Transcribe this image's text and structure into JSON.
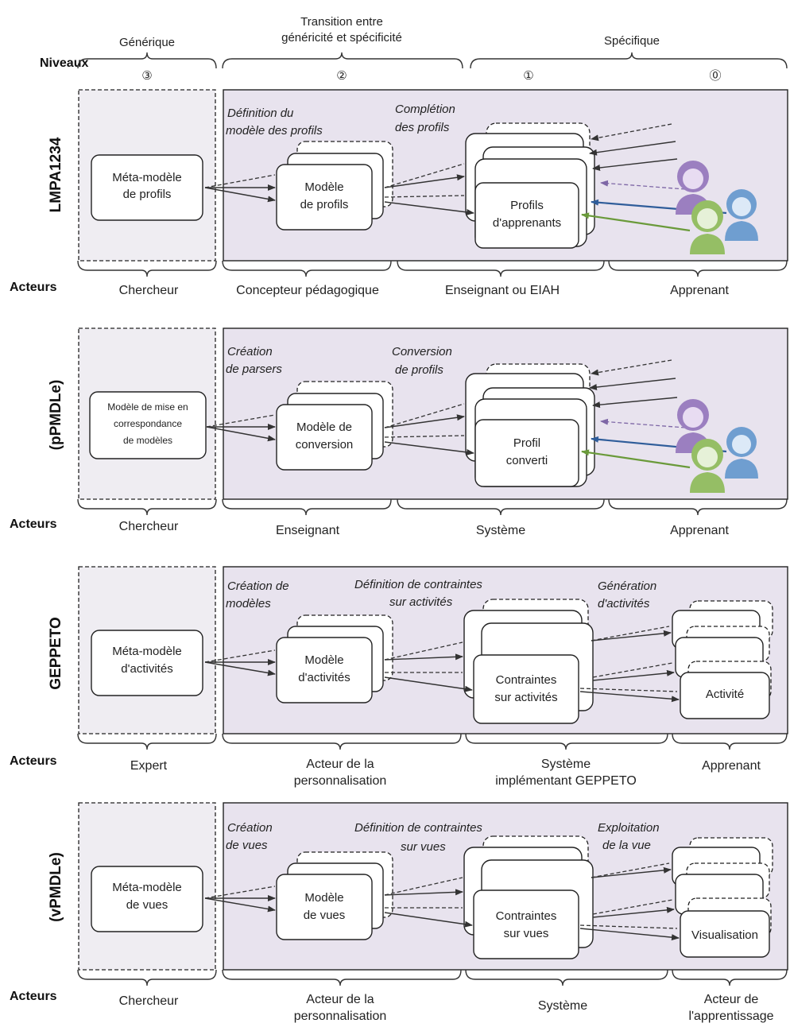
{
  "header": {
    "side_label": "Niveaux",
    "levels": [
      {
        "title": "Générique",
        "num": "③"
      },
      {
        "title_line1": "Transition entre",
        "title_line2": "généricité et spécificité",
        "num": "②"
      },
      {
        "title": "Spécifique",
        "num1": "①",
        "num0": "⓪"
      }
    ]
  },
  "actors_label": "Acteurs",
  "rows": [
    {
      "name": "LMPA1234",
      "gen_box": [
        "Méta-modèle",
        "de profils"
      ],
      "mid_box": [
        "Modèle",
        "de profils"
      ],
      "right_box": [
        "Profils",
        "d'apprenants"
      ],
      "stage1": [
        "Définition du",
        "modèle des profils"
      ],
      "stage2": [
        "Complétion",
        "des profils"
      ],
      "actors": [
        "Chercheur",
        "Concepteur pédagogique",
        "Enseignant ou EIAH",
        "Apprenant"
      ]
    },
    {
      "name": "(pPMDLe)",
      "gen_box": [
        "Modèle de mise en",
        "correspondance",
        "de modèles"
      ],
      "mid_box": [
        "Modèle de",
        "conversion"
      ],
      "right_box": [
        "Profil",
        "converti"
      ],
      "stage1": [
        "Création",
        "de parsers"
      ],
      "stage2": [
        "Conversion",
        "de profils"
      ],
      "actors": [
        "Chercheur",
        "Enseignant",
        "Système",
        "Apprenant"
      ]
    },
    {
      "name": "GEPPETO",
      "gen_box": [
        "Méta-modèle",
        "d'activités"
      ],
      "mid_box": [
        "Modèle",
        "d'activités"
      ],
      "right_box": [
        "Contraintes",
        "sur activités"
      ],
      "last_box": [
        "Activité"
      ],
      "stage1": [
        "Création de",
        "modèles"
      ],
      "stage2": [
        "Définition de contraintes",
        "sur activités"
      ],
      "stage3": [
        "Génération",
        "d'activités"
      ],
      "actors": [
        "Expert",
        "Acteur de la",
        "personnalisation",
        "Système",
        "implémentant GEPPETO",
        "Apprenant"
      ]
    },
    {
      "name": "(vPMDLe)",
      "gen_box": [
        "Méta-modèle",
        "de vues"
      ],
      "mid_box": [
        "Modèle",
        "de vues"
      ],
      "right_box": [
        "Contraintes",
        "sur vues"
      ],
      "last_box": [
        "Visualisation"
      ],
      "stage1": [
        "Création",
        "de vues"
      ],
      "stage2": [
        "Définition de contraintes",
        "sur vues"
      ],
      "stage3": [
        "Exploitation",
        "de la vue"
      ],
      "actors": [
        "Chercheur",
        "Acteur de la",
        "personnalisation",
        "Système",
        "Acteur de",
        "l'apprentissage"
      ]
    }
  ],
  "colors": {
    "panel": "#e8e3ee",
    "purple_person": "#9b7fc0",
    "blue_person": "#6f9ed0",
    "green_person": "#95be65",
    "blue_arrow": "#2f5d9a",
    "green_arrow": "#6a9a3a"
  }
}
